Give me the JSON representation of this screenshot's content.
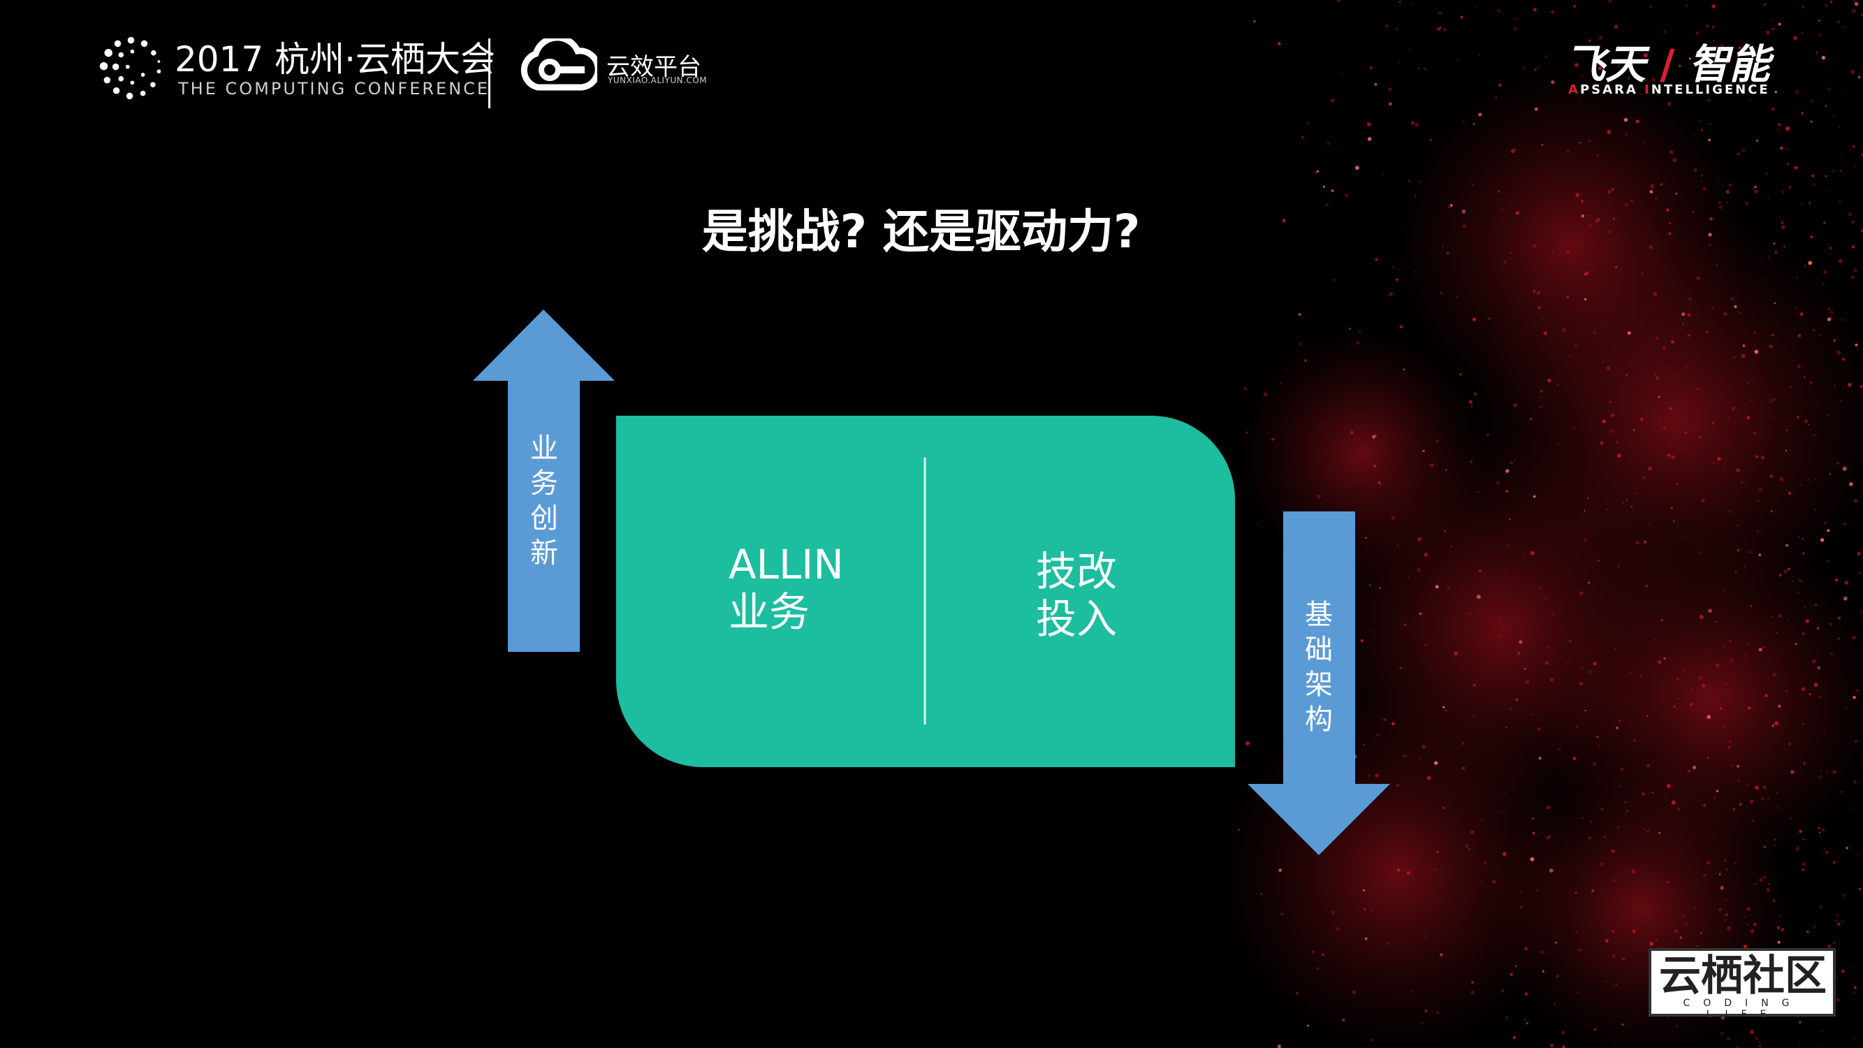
{
  "header": {
    "conference_title": "2017 杭州·云栖大会",
    "conference_subtitle": "THE COMPUTING CONFERENCE",
    "platform_name": "云效平台",
    "platform_url": "YUNXIAO.ALIYUN.COM",
    "apsara_left": "飞天",
    "apsara_slash": "/",
    "apsara_right": "智能",
    "apsara_sub_a": "A",
    "apsara_sub_psara": "PSARA ",
    "apsara_sub_i": "I",
    "apsara_sub_ntelligence": "NTELLIGENCE"
  },
  "slide": {
    "title": "是挑战? 还是驱动力?"
  },
  "diagram": {
    "left_section_line1": "ALLIN",
    "left_section_line2": "业务",
    "right_section_line1": "技改",
    "right_section_line2": "投入",
    "arrow_up_label": [
      "业",
      "务",
      "创",
      "新"
    ],
    "arrow_down_label": [
      "基",
      "础",
      "架",
      "构"
    ]
  },
  "footer": {
    "community_name": "云栖社区",
    "community_tagline": "CODING LIFE"
  },
  "colors": {
    "background": "#000000",
    "box_fill": "#1dbd9f",
    "arrow_fill": "#5b9bd5",
    "accent_red": "#d8222a"
  }
}
